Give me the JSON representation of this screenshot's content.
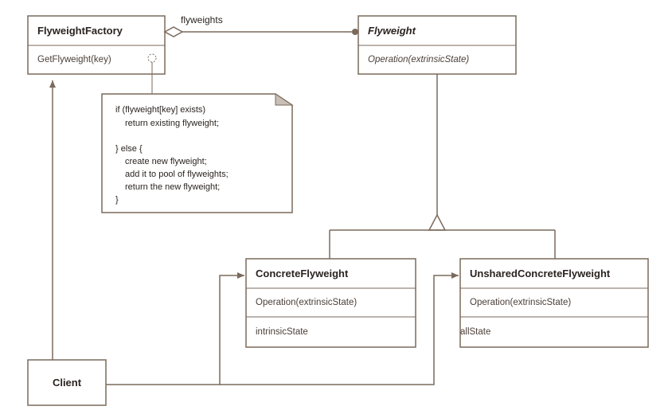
{
  "classes": {
    "flyweight_factory": {
      "name": "FlyweightFactory",
      "operation": "GetFlyweight(key)"
    },
    "flyweight": {
      "name": "Flyweight",
      "operation": "Operation(extrinsicState)"
    },
    "concrete_flyweight": {
      "name": "ConcreteFlyweight",
      "operation": "Operation(extrinsicState)",
      "attribute": "intrinsicState"
    },
    "unshared_concrete_flyweight": {
      "name": "UnsharedConcreteFlyweight",
      "operation": "Operation(extrinsicState)",
      "attribute": "allState"
    },
    "client": {
      "name": "Client"
    }
  },
  "association": {
    "label": "flyweights"
  },
  "note": {
    "lines": [
      "if (flyweight[key] exists)",
      "return existing flyweight;",
      "",
      "} else {",
      "create new flyweight;",
      "add it to pool of flyweights;",
      "return the new flyweight;",
      "}"
    ]
  },
  "colors": {
    "stroke": "#7a6a5c",
    "note_fold": "#c8bfb5"
  }
}
